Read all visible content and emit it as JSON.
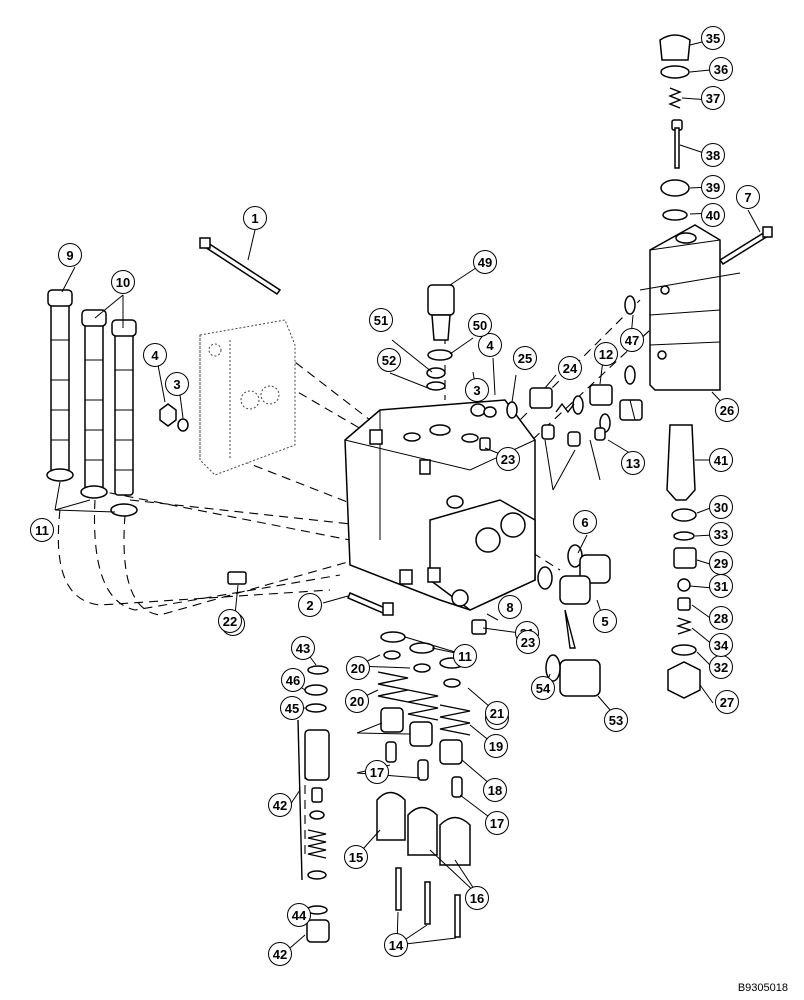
{
  "document_number": "B9305018",
  "callouts": [
    "1",
    "2",
    "3",
    "3",
    "4",
    "4",
    "5",
    "6",
    "7",
    "8",
    "9",
    "10",
    "11",
    "11",
    "12",
    "13",
    "14",
    "15",
    "16",
    "17",
    "17",
    "18",
    "18",
    "19",
    "19",
    "20",
    "20",
    "21",
    "21",
    "22",
    "23",
    "23",
    "24",
    "25",
    "26",
    "27",
    "28",
    "29",
    "30",
    "31",
    "32",
    "33",
    "34",
    "35",
    "36",
    "37",
    "38",
    "39",
    "40",
    "41",
    "42",
    "42",
    "43",
    "44",
    "45",
    "46",
    "47",
    "49",
    "50",
    "51",
    "52",
    "53",
    "54"
  ]
}
